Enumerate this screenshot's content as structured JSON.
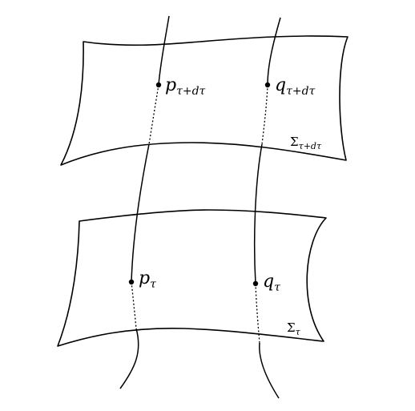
{
  "surfaces": {
    "upper": {
      "symbol": "Σ",
      "subscript": "τ+dτ"
    },
    "lower": {
      "symbol": "Σ",
      "subscript": "τ"
    }
  },
  "points": {
    "p_upper": {
      "symbol": "p",
      "subscript": "τ+dτ"
    },
    "q_upper": {
      "symbol": "q",
      "subscript": "τ+dτ"
    },
    "p_lower": {
      "symbol": "p",
      "subscript": "τ"
    },
    "q_lower": {
      "symbol": "q",
      "subscript": "τ"
    }
  }
}
